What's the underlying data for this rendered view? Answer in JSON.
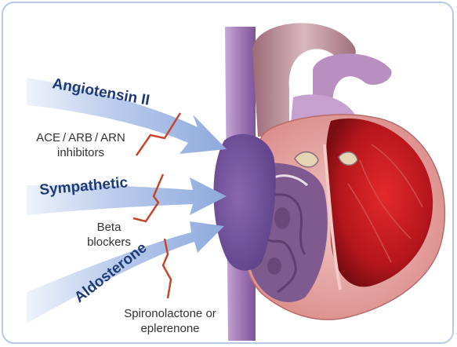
{
  "colors": {
    "frame_border": "#b7c9e6",
    "arrow": "#93aee0",
    "arrow_light": "#d9e4f6",
    "heading_text": "#1f3a78",
    "blocker_line": "#c4462e",
    "body_text": "#333333"
  },
  "pathways": [
    {
      "heading": "Angiotensin II",
      "drug": "ACE / ARB / ARN\ninhibitors"
    },
    {
      "heading": "Sympathetic",
      "drug": "Beta\nblockers"
    },
    {
      "heading": "Aldosterone",
      "drug": "Spironolactone or\neplerenone"
    }
  ],
  "illustration": {
    "subject": "heart-illustration"
  }
}
